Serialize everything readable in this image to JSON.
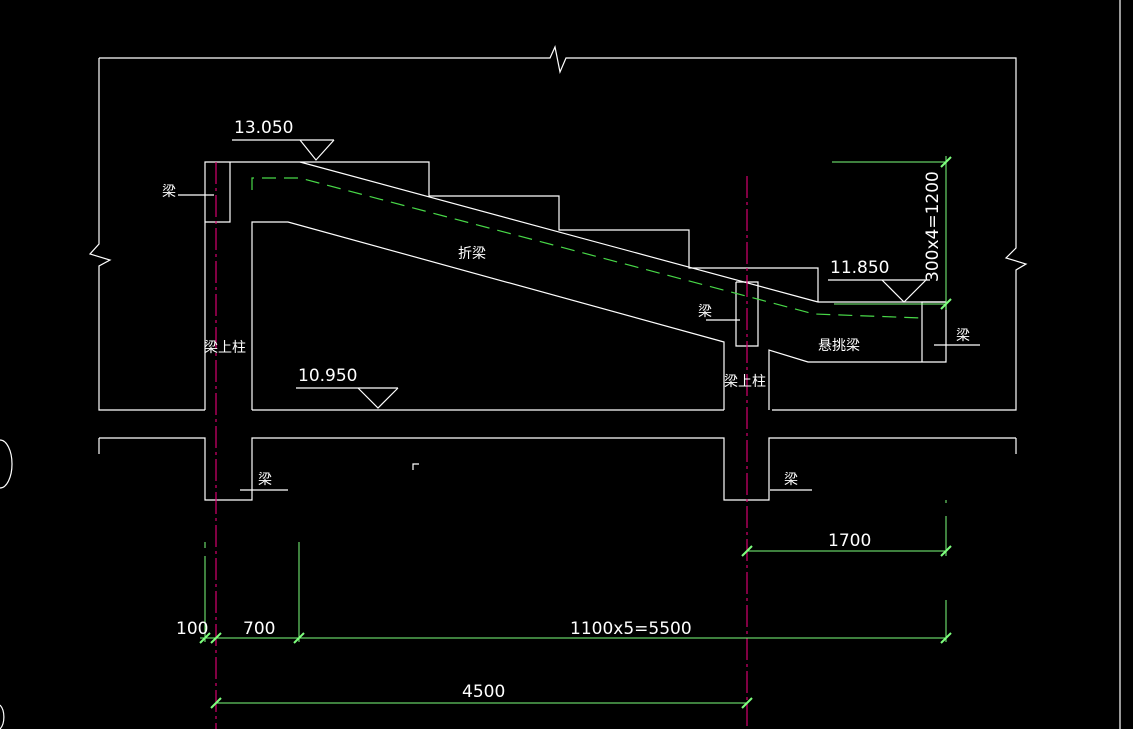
{
  "elevations": {
    "top": "13.050",
    "landing": "11.850",
    "bottom": "10.950"
  },
  "labels": {
    "beam_top_left": "梁",
    "beam_mid": "梁",
    "beam_right": "梁",
    "beam_bottom_left": "梁",
    "beam_bottom_mid": "梁",
    "folded_beam": "折梁",
    "cantilever_beam": "悬挑梁",
    "column_left": "梁上柱",
    "column_mid": "梁上柱"
  },
  "dimensions": {
    "d100": "100",
    "d700": "700",
    "d5500": "1100x5=5500",
    "d1700": "1700",
    "d4500": "4500",
    "d1200": "300x4=1200"
  },
  "colors": {
    "outline": "#ffffff",
    "dimension": "#7dff7d",
    "axis": "#d6006e",
    "rebar": "#48d848"
  }
}
